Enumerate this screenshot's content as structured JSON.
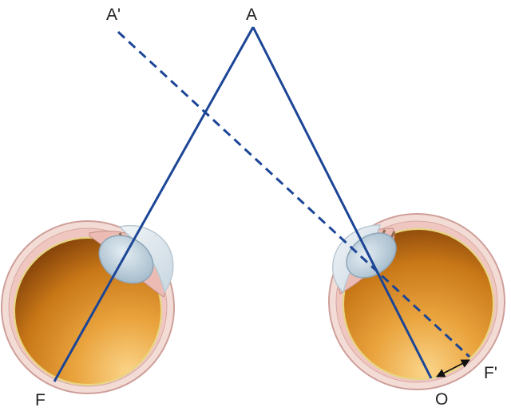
{
  "labels": {
    "a": "A",
    "a_prime": "A'",
    "f": "F",
    "f_prime": "F'",
    "o": "O"
  },
  "colors": {
    "ray": "#1c4596",
    "sclera": "#f3dcd6",
    "sclera_edge": "#cf9f9a",
    "retina_line": "#e6d77e",
    "vitreous_light": "#f8c978",
    "vitreous_mid": "#d3841c",
    "vitreous_dark": "#7e3d0a",
    "lens": "#b9ccd9",
    "cornea": "#e3ebf0",
    "arrow": "#111111"
  }
}
